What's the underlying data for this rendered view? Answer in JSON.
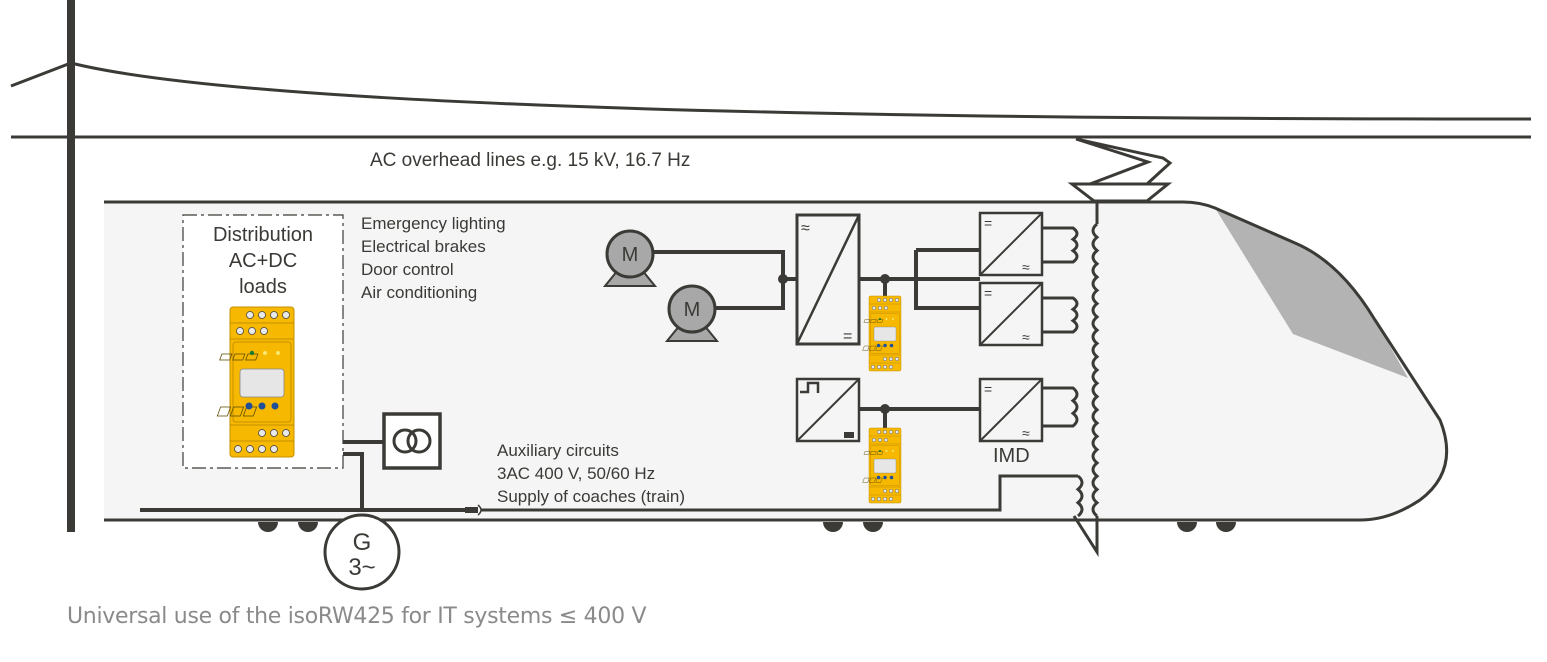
{
  "diagram": {
    "overhead_label": "AC overhead lines e.g. 15 kV, 16.7 Hz",
    "distribution": {
      "lines": [
        "Distribution",
        "AC+DC",
        "loads"
      ]
    },
    "loads_list": [
      "Emergency lighting",
      "Electrical brakes",
      "Door control",
      "Air conditioning"
    ],
    "motor_label": "M",
    "auxiliary": {
      "lines": [
        "Auxiliary circuits",
        "3AC 400 V, 50/60 Hz",
        "Supply of coaches (train)"
      ]
    },
    "imd_label": "IMD",
    "generator": {
      "line1": "G",
      "line2": "3~"
    },
    "converter_symbols": {
      "ac": "≈",
      "dc": "="
    },
    "colors": {
      "line": "#3b3a36",
      "train_fill": "#f5f5f5",
      "windshield": "#b3b3b3",
      "device_yellow": "#f6b800",
      "motor_fill": "#a8a8a8",
      "led_blue": "#1f4f9b",
      "led_green": "#1f7a2e",
      "caption": "#8a8a8a"
    }
  },
  "caption": "Universal use of the isoRW425 for IT systems ≤ 400 V"
}
